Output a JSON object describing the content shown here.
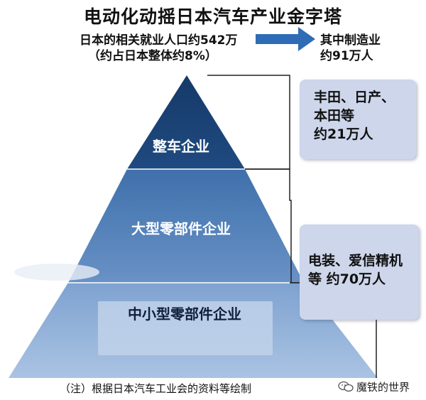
{
  "title": "电动化动摇日本汽车产业金字塔",
  "employment": {
    "line1": "日本的相关就业人口约542万",
    "line2": "（约占日本整体约8%）",
    "manufacturing_line1": "其中制造业",
    "manufacturing_line2": "约91万人"
  },
  "pyramid": {
    "tiers": [
      {
        "label": "整车企业",
        "color": "#1f4679"
      },
      {
        "label": "大型零部件企业",
        "color": "#4e7db6"
      },
      {
        "label": "中小型零部件企业",
        "color": "#85a8d3"
      }
    ]
  },
  "callouts": {
    "top": [
      "丰田、日产、",
      "本田等",
      "约21万人"
    ],
    "middle": [
      "电装、爱信精机",
      "等 约70万人"
    ]
  },
  "note": "（注）根据日本汽车工业会的资料等绘制",
  "watermark": {
    "icon": "wechat-icon",
    "text": "魔铁的世界"
  },
  "colors": {
    "arrow": "#2e6cb5",
    "callout_bg": "#cdd6ea",
    "bracket_line": "#222222"
  }
}
